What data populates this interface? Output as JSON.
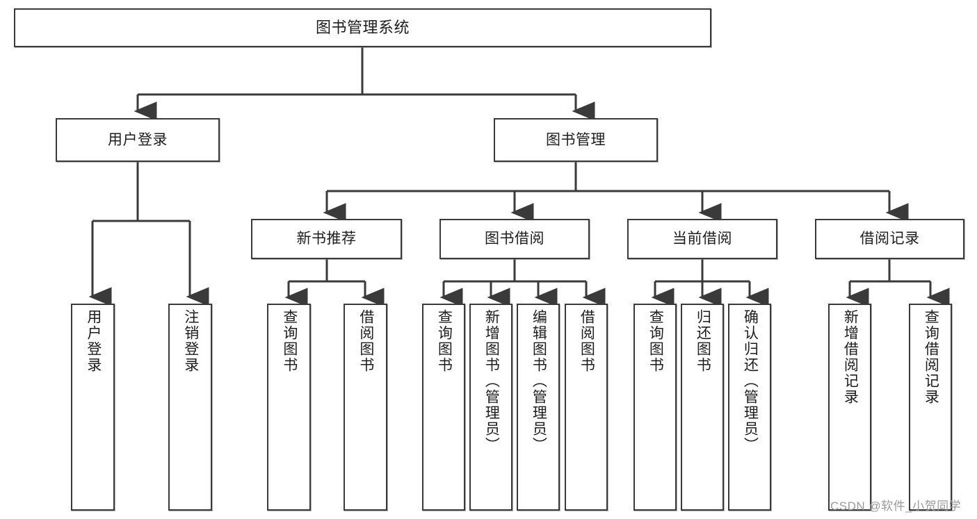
{
  "diagram": {
    "title": "图书管理系统",
    "watermark": "CSDN @软件_小贺同学",
    "colors": {
      "box_border": "#3a3a3a",
      "connector": "#3a3a3a",
      "text": "#1d1d1d",
      "background": "#ffffff",
      "watermark": "#9a9a9a"
    },
    "nodes": {
      "root": {
        "label": "图书管理系统"
      },
      "level2": [
        {
          "label": "用户登录"
        },
        {
          "label": "图书管理"
        }
      ],
      "level3": [
        {
          "label": "新书推荐"
        },
        {
          "label": "图书借阅"
        },
        {
          "label": "当前借阅"
        },
        {
          "label": "借阅记录"
        }
      ],
      "leaves": {
        "user_login": [
          {
            "label": "用户登录"
          },
          {
            "label": "注销登录"
          }
        ],
        "new_book_recommend": [
          {
            "label": "查询图书"
          },
          {
            "label": "借阅图书"
          }
        ],
        "book_borrow": [
          {
            "label": "查询图书"
          },
          {
            "label": "新增图书（管理员）"
          },
          {
            "label": "编辑图书（管理员）"
          },
          {
            "label": "借阅图书"
          }
        ],
        "current_borrow": [
          {
            "label": "查询图书"
          },
          {
            "label": "归还图书"
          },
          {
            "label": "确认归还（管理员）"
          }
        ],
        "borrow_record": [
          {
            "label": "新增借阅记录"
          },
          {
            "label": "查询借阅记录"
          }
        ]
      }
    }
  }
}
